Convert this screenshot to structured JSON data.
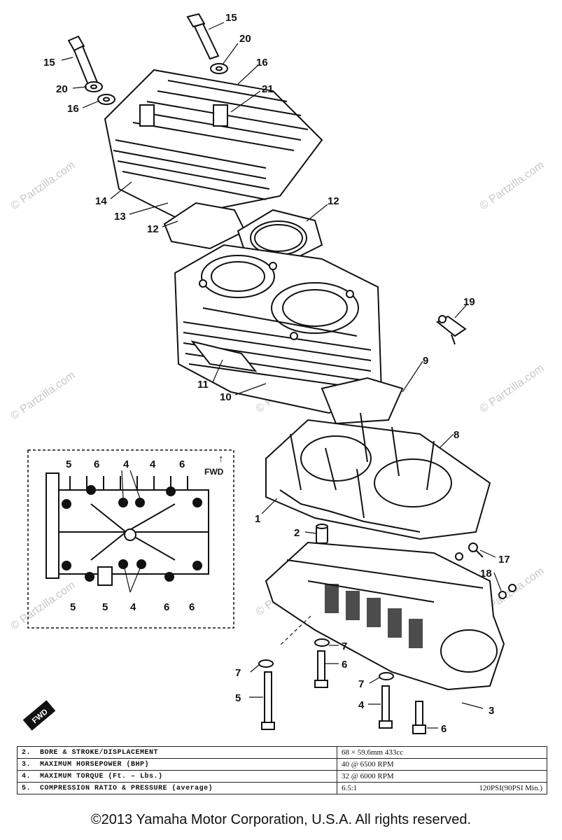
{
  "watermark": "© Partzilla.com",
  "inset": {
    "fwd_arrow": "↑",
    "fwd_label": "FWD",
    "labels": {
      "top_5a": "5",
      "top_6a": "6",
      "top_4": "4",
      "top_4b": "4",
      "top_6b": "6",
      "bot_5a": "5",
      "bot_5b": "5",
      "bot_4": "4",
      "bot_6a": "6",
      "bot_6b": "6"
    }
  },
  "fwd_badge": "FWD",
  "callouts": {
    "c15a": "15",
    "c20a": "20",
    "c16a": "16",
    "c15b": "15",
    "c20b": "20",
    "c16b": "16",
    "c21": "21",
    "c14": "14",
    "c13": "13",
    "c12a": "12",
    "c12b": "12",
    "c11": "11",
    "c10": "10",
    "c9": "9",
    "c19": "19",
    "c8": "8",
    "c1": "1",
    "c2": "2",
    "c17": "17",
    "c18": "18",
    "c7a": "7",
    "c6a": "6",
    "c7b": "7",
    "c5": "5",
    "c7c": "7",
    "c4": "4",
    "c6b": "6",
    "c3": "3"
  },
  "specs": [
    {
      "num": "2.",
      "label": "BORE & STROKE/DISPLACEMENT",
      "value": "68 × 59.6mm 433cc",
      "value2": ""
    },
    {
      "num": "3.",
      "label": "MAXIMUM HORSEPOWER (BHP)",
      "value": "40 @ 6500 RPM",
      "value2": ""
    },
    {
      "num": "4.",
      "label": "MAXIMUM TORQUE (Ft. – Lbs.)",
      "value": "32 @ 6000 RPM",
      "value2": ""
    },
    {
      "num": "5.",
      "label": "COMPRESSION RATIO & PRESSURE (average)",
      "value": "6.5:1",
      "value2": "120PSI(90PSI Min.)"
    }
  ],
  "copyright": "©2013 Yamaha Motor Corporation, U.S.A. All rights reserved."
}
